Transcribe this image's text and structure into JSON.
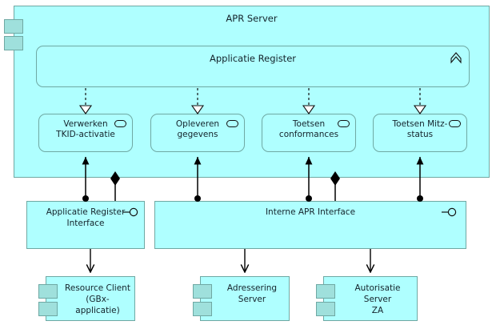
{
  "diagram": {
    "title": "APR Server",
    "type": "ArchiMate application layer diagram",
    "colors": {
      "fill": "#AFFFFF",
      "stroke": "#6FA8A3",
      "tab_fill": "#9FE0DC",
      "line": "#000000",
      "text": "#14232B",
      "background": "#FFFFFF"
    }
  },
  "apr_server": {
    "label": "APR Server",
    "icon": "component-icon"
  },
  "applicatie_register": {
    "label": "Applicatie Register",
    "icon": "chevron-up-icon"
  },
  "services": [
    {
      "label": "Verwerken\nTKID-activatie",
      "icon": "rounded-rect-service-icon"
    },
    {
      "label": "Opleveren\ngegevens",
      "icon": "rounded-rect-service-icon"
    },
    {
      "label": "Toetsen\nconformances",
      "icon": "rounded-rect-service-icon"
    },
    {
      "label": "Toetsen Mitz-\nstatus",
      "icon": "rounded-rect-service-icon"
    }
  ],
  "interfaces": [
    {
      "label": "Applicatie Register\nInterface",
      "icon": "lollipop-interface-icon"
    },
    {
      "label": "Interne APR Interface",
      "icon": "lollipop-interface-icon"
    }
  ],
  "components": [
    {
      "label": "Resource Client\n(GBx-applicatie)",
      "icon": "component-icon"
    },
    {
      "label": "Adressering\nServer",
      "icon": "component-icon"
    },
    {
      "label": "Autorisatie Server\nZA",
      "icon": "component-icon"
    }
  ],
  "relationships": {
    "realization": "dashed line with hollow triangle arrowhead",
    "assignment": "solid line with filled ball at source and filled arrowhead at target",
    "composition": "solid line with filled diamond at source",
    "serving": "solid line with open arrowhead"
  }
}
